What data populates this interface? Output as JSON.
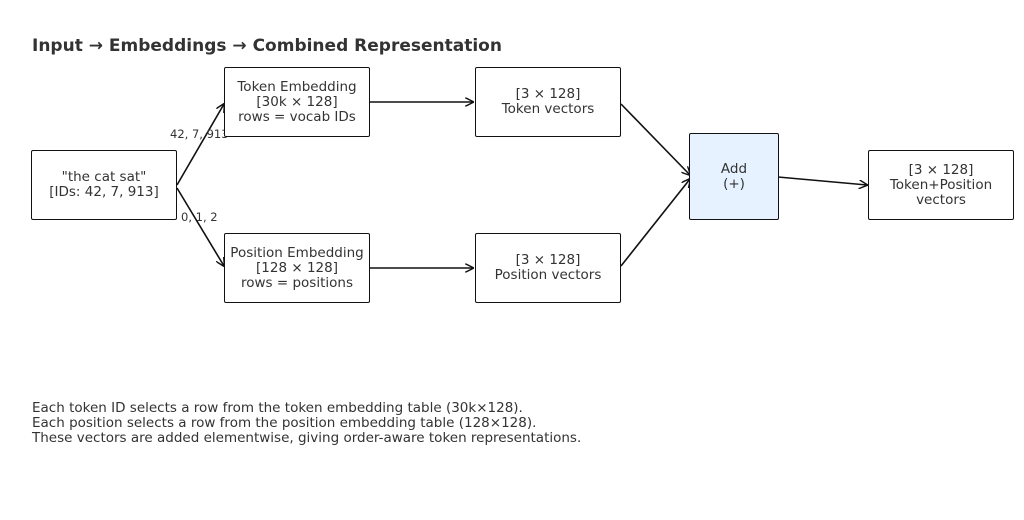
{
  "title": "Input → Embeddings → Combined Representation",
  "nodes": {
    "input": {
      "line1": "\"the cat sat\"",
      "line2": "[IDs: 42, 7, 913]"
    },
    "token_embedding": {
      "line1": "Token Embedding",
      "line2": "[30k × 128]",
      "line3": "rows = vocab IDs"
    },
    "position_embedding": {
      "line1": "Position Embedding",
      "line2": "[128 × 128]",
      "line3": "rows = positions"
    },
    "token_vectors": {
      "line1": "[3 × 128]",
      "line2": "Token vectors"
    },
    "position_vectors": {
      "line1": "[3 × 128]",
      "line2": "Position vectors"
    },
    "add": {
      "line1": "Add",
      "line2": "(+)"
    },
    "output": {
      "line1": "[3 × 128]",
      "line2": "Token+Position",
      "line3": "vectors"
    }
  },
  "edge_labels": {
    "token_ids": "42, 7, 913",
    "positions": "0, 1, 2"
  },
  "caption": {
    "line1": "Each token ID selects a row from the token embedding table (30k×128).",
    "line2": "Each position selects a row from the position embedding table (128×128).",
    "line3": "These vectors are added elementwise, giving order-aware token representations."
  }
}
